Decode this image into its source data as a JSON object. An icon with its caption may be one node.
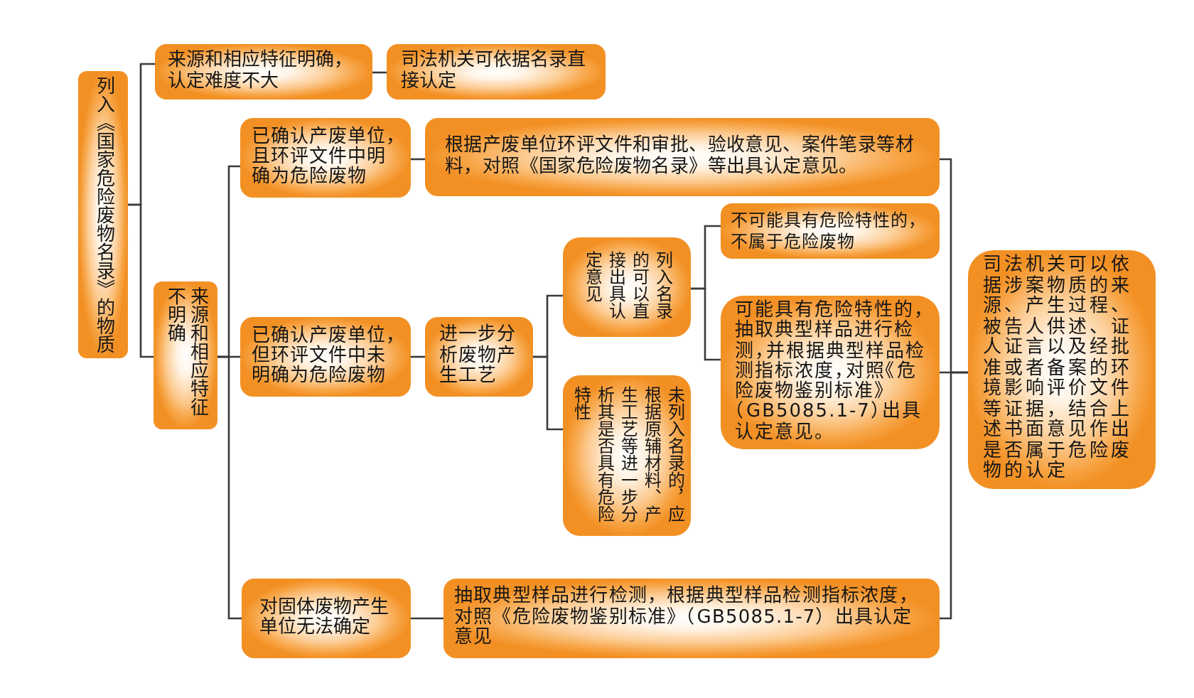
{
  "diagram": {
    "nodes": [
      {
        "text": [
          "列入《国家危险废物名录》的物质"
        ]
      },
      {
        "text": [
          "来源和相应特征明确，认定难度不大"
        ]
      },
      {
        "text": [
          "司法机关可依据名录直接认定"
        ]
      },
      {
        "text": [
          "来源和相应特征不明确"
        ]
      },
      {
        "text": [
          "已确认产废单位，且环评文件中明确为危险废物"
        ]
      },
      {
        "text": [
          "根据产废单位环评文件和审批、验收意见、案件笔录等材料，对照《国家危险废物名录》等出具认定意见。"
        ]
      },
      {
        "text": [
          "已确认产废单位，但环评文件中未明确为危险废物"
        ]
      },
      {
        "text": [
          "进一步分析废物产生工艺"
        ]
      },
      {
        "text": [
          "列入名录的可以直接出具认定意见"
        ]
      },
      {
        "text": [
          "未列入名录的，应根据原辅材料、产生工艺等进一步分析其是否具有危险特性"
        ]
      },
      {
        "text": [
          "不可能具有危险特性的，不属于危险废物"
        ]
      },
      {
        "text": [
          "可能具有危险特性的，抽取典型样品进行检测，并根据典型样品检测指标浓度，对照《危险废物鉴别标准》（GB5085.1-7）出具认定意见。"
        ]
      },
      {
        "text": [
          "对固体废物产生单位无法确定"
        ]
      },
      {
        "text": [
          "抽取典型样品进行检测，根据典型样品检测指标浓度，对照《危险废物鉴别标准》（GB5085.1-7）出具认定意见"
        ]
      },
      {
        "text": [
          "司法机关可以依据涉案物质的来源、产生过程、被告人供述、证人证言以及经批准或者备案的环境影响评价文件等证据，结合上述书面意见作出是否属于危险废物的认定"
        ]
      }
    ],
    "edges": [
      {
        "from": 0,
        "to": 1,
        "arrow": "none"
      },
      {
        "from": 0,
        "to": 3,
        "arrow": "none"
      },
      {
        "from": 1,
        "to": 2,
        "arrow": "none"
      },
      {
        "from": 3,
        "to": 4,
        "arrow": "none"
      },
      {
        "from": 3,
        "to": 6,
        "arrow": "none"
      },
      {
        "from": 3,
        "to": 12,
        "arrow": "none"
      },
      {
        "from": 4,
        "to": 5,
        "arrow": "none"
      },
      {
        "from": 6,
        "to": 7,
        "arrow": "none"
      },
      {
        "from": 7,
        "to": 8,
        "arrow": "none"
      },
      {
        "from": 7,
        "to": 9,
        "arrow": "none"
      },
      {
        "from": 8,
        "to": 10,
        "arrow": "none"
      },
      {
        "from": 8,
        "to": 11,
        "arrow": "none"
      },
      {
        "from": 12,
        "to": 13,
        "arrow": "none"
      },
      {
        "from": 5,
        "to": 14,
        "arrow": "none"
      },
      {
        "from": 11,
        "to": 14,
        "arrow": "none"
      },
      {
        "from": 13,
        "to": 14,
        "arrow": "none"
      }
    ]
  }
}
